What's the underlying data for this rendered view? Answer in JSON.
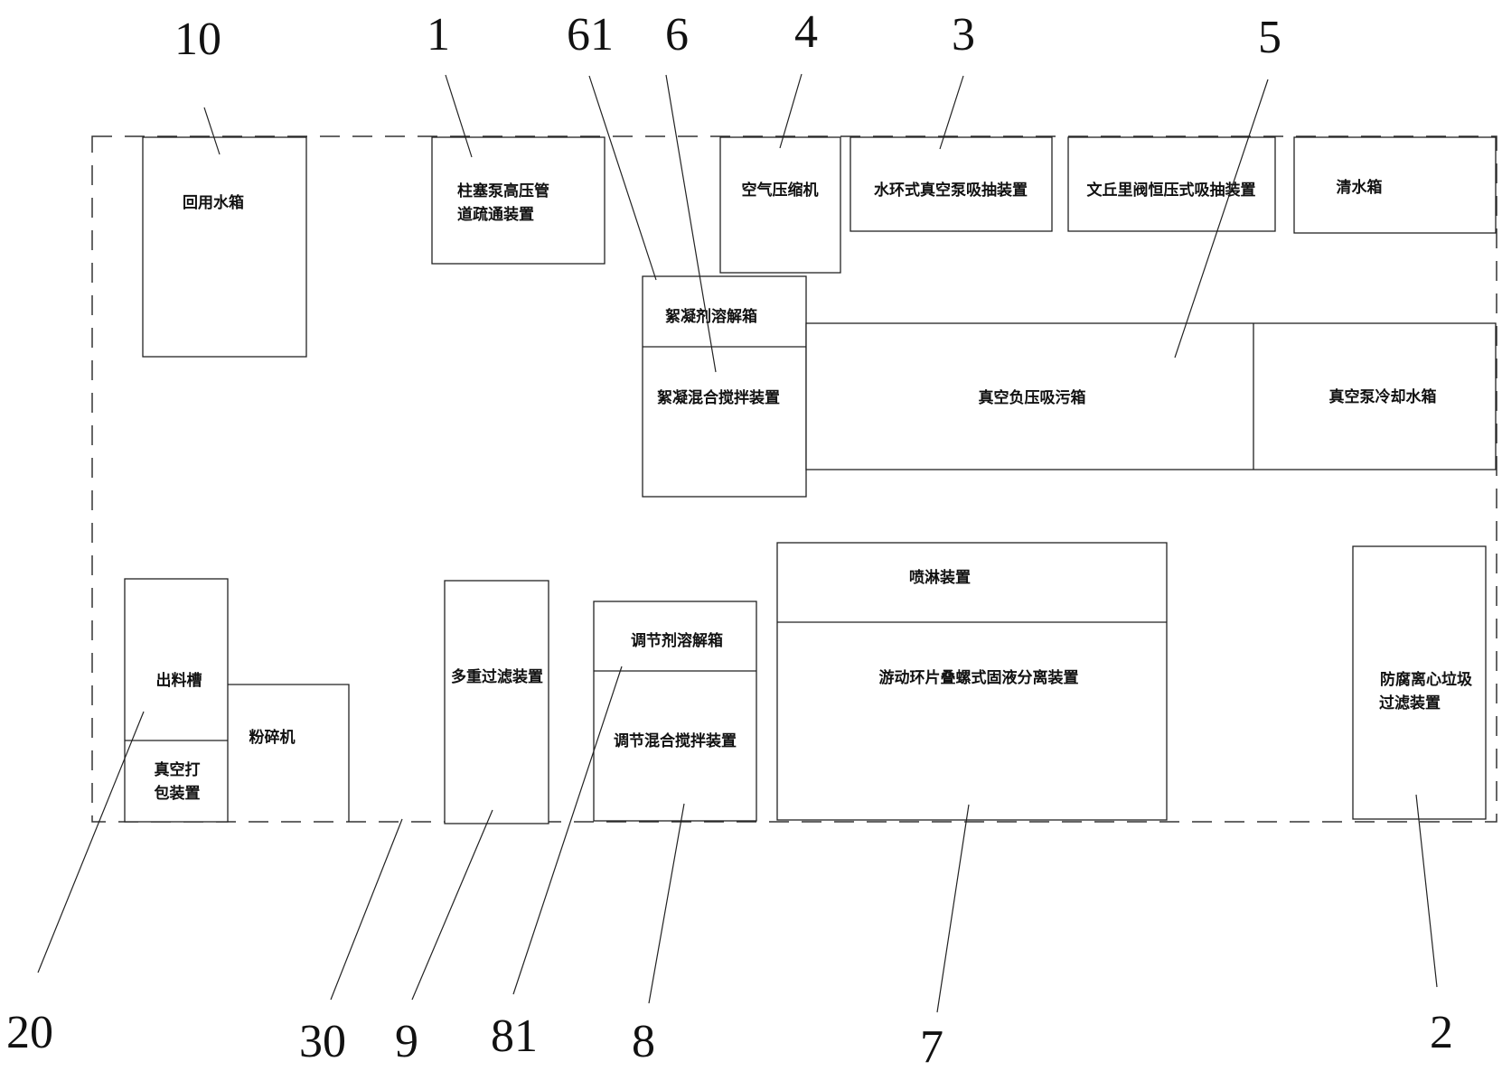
{
  "components": {
    "recycle_tank": "回用水箱",
    "plunger_dredge": [
      "柱塞泵高压管",
      "道疏通装置"
    ],
    "air_compressor": "空气压缩机",
    "water_ring_suction": "水环式真空泵吸抽装置",
    "venturi_suction": "文丘里阀恒压式吸抽装置",
    "clean_tank": "清水箱",
    "flocculant_dissolve": "絮凝剂溶解箱",
    "floc_mixer": "絮凝混合搅拌装置",
    "vacuum_sewage_tank": "真空负压吸污箱",
    "vacuum_cooling_tank": "真空泵冷却水箱",
    "spray_device": "喷淋装置",
    "screw_separator": "游动环片叠螺式固液分离装置",
    "centrifugal_filter": [
      "防腐离心垃圾",
      "过滤装置"
    ],
    "discharge_trough": "出料槽",
    "vacuum_packing": [
      "真空打",
      "包装置"
    ],
    "crusher": "粉碎机",
    "multi_filter": "多重过滤装置",
    "regulator_dissolve": "调节剂溶解箱",
    "regulator_mixer": "调节混合搅拌装置"
  },
  "reference_numbers": {
    "n10": "10",
    "n1": "1",
    "n61": "61",
    "n6": "6",
    "n4": "4",
    "n3": "3",
    "n5": "5",
    "n20": "20",
    "n30": "30",
    "n9": "9",
    "n81": "81",
    "n8": "8",
    "n7": "7",
    "n2": "2"
  }
}
